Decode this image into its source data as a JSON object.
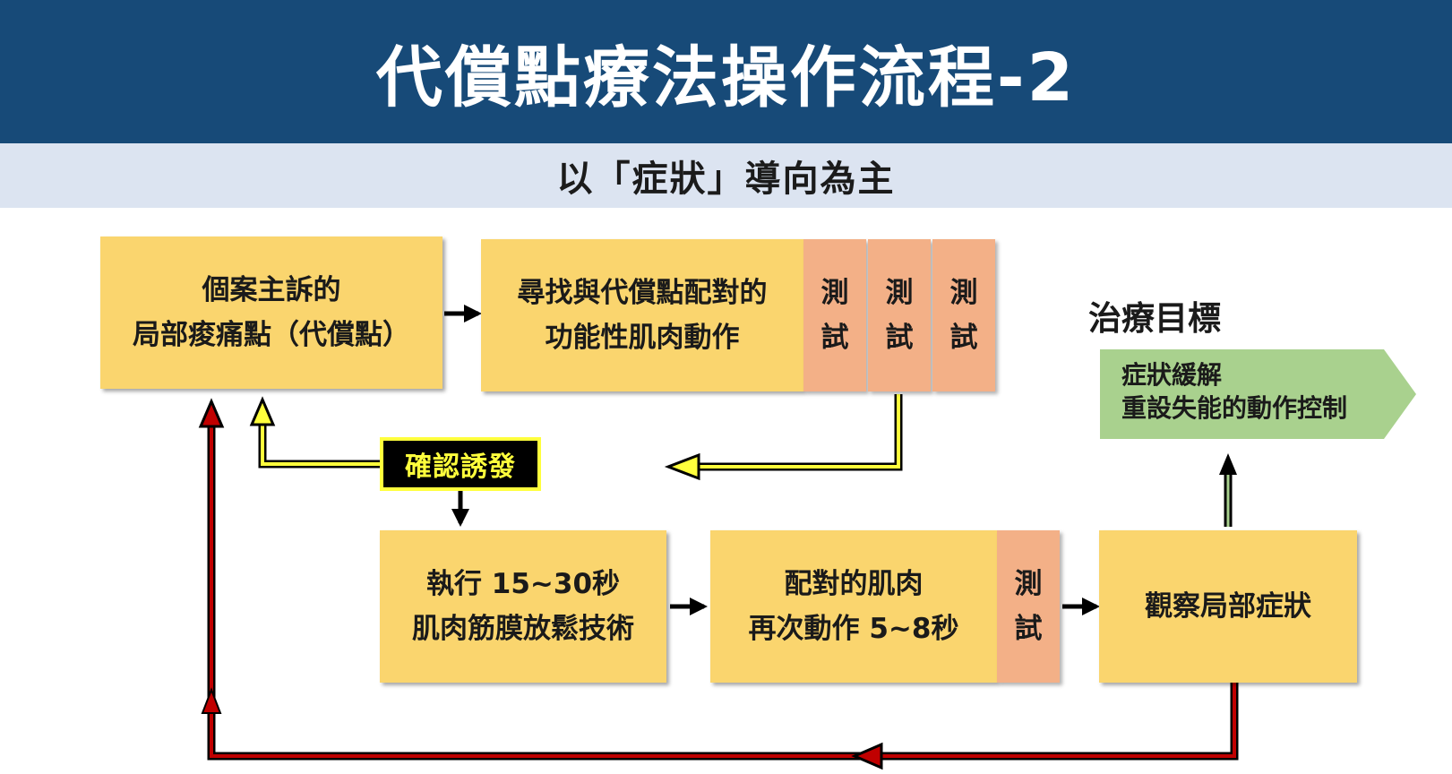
{
  "title": "代償點療法操作流程-2",
  "subtitle": "以「症狀」導向為主",
  "boxes": {
    "complaint": [
      "個案主訴的",
      "局部痠痛點（代償點）"
    ],
    "find_action": [
      "尋找與代償點配對的",
      "功能性肌肉動作"
    ],
    "execute": [
      "執行 15~30秒",
      "肌肉筋膜放鬆技術"
    ],
    "repeat": [
      "配對的肌肉",
      "再次動作 5~8秒"
    ],
    "observe": "觀察局部症狀"
  },
  "test_label": [
    "測",
    "試"
  ],
  "confirm_label": "確認誘發",
  "goal": {
    "title": "治療目標",
    "lines": [
      "症狀緩解",
      "重設失能的動作控制"
    ]
  },
  "colors": {
    "header": "#174a78",
    "subbar": "#dce4f1",
    "box": "#fad56e",
    "test": "#f3b087",
    "goal_arrow": "#a9d18e",
    "confirm_text": "#ffff3c",
    "loop_red": "#c00000"
  }
}
